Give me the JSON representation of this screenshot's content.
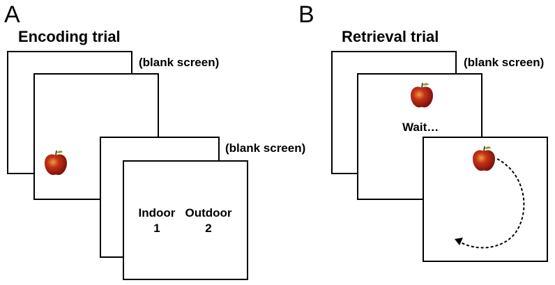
{
  "panel_a": {
    "letter": "A",
    "title": "Encoding trial",
    "blank_caption_1": "(blank screen)",
    "blank_caption_2": "(blank screen)",
    "choice_1": {
      "label": "Indoor",
      "key": "1"
    },
    "choice_2": {
      "label": "Outdoor",
      "key": "2"
    },
    "stimulus_icon": "apple-icon"
  },
  "panel_b": {
    "letter": "B",
    "title": "Retrieval trial",
    "blank_caption": "(blank screen)",
    "wait_text": "Wait…",
    "stimulus_icon": "apple-icon",
    "response_icon": "curved-dashed-arrow-icon"
  },
  "colors": {
    "apple_red": "#b31b12",
    "apple_dark": "#6e0c08",
    "apple_highlight": "#e8a23a",
    "stem": "#4a3a1a",
    "leaf": "#8a9a2a"
  }
}
